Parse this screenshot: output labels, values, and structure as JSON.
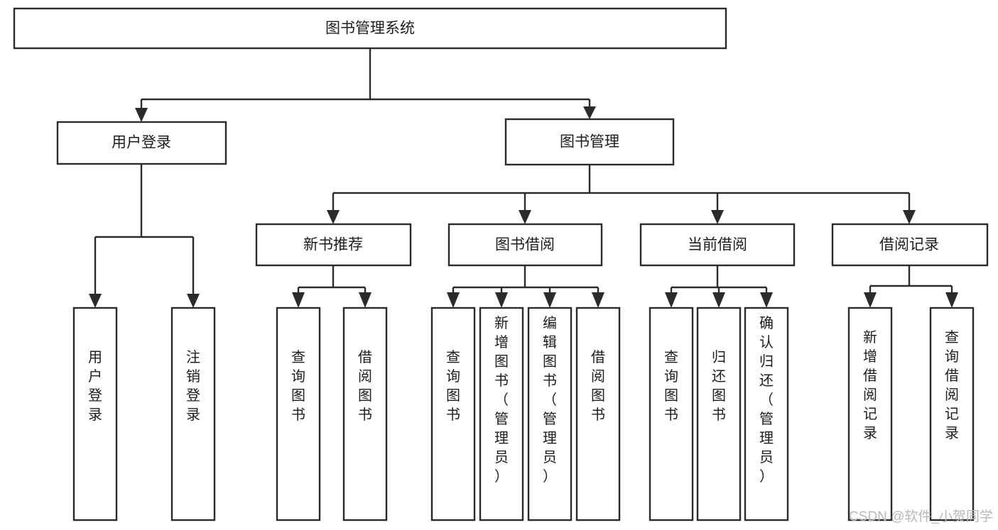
{
  "diagram": {
    "type": "tree-hierarchy-flowchart",
    "title": "图书管理系统",
    "orientation": "top-down",
    "levels": 4,
    "root": {
      "id": "root",
      "label": "图书管理系统",
      "text_orientation": "horizontal"
    },
    "level1": [
      {
        "id": "user-login",
        "label": "用户登录",
        "text_orientation": "horizontal"
      },
      {
        "id": "book-management",
        "label": "图书管理",
        "text_orientation": "horizontal"
      }
    ],
    "level2": [
      {
        "id": "new-book-recommend",
        "label": "新书推荐",
        "parent": "book-management",
        "text_orientation": "horizontal"
      },
      {
        "id": "book-borrow",
        "label": "图书借阅",
        "parent": "book-management",
        "text_orientation": "horizontal"
      },
      {
        "id": "current-borrow",
        "label": "当前借阅",
        "parent": "book-management",
        "text_orientation": "horizontal"
      },
      {
        "id": "borrow-record",
        "label": "借阅记录",
        "parent": "book-management",
        "text_orientation": "horizontal"
      }
    ],
    "leaves": [
      {
        "id": "leaf-user-login",
        "label": "用户登录",
        "parent": "user-login",
        "text_orientation": "vertical"
      },
      {
        "id": "leaf-user-logout",
        "label": "注销登录",
        "parent": "user-login",
        "text_orientation": "vertical"
      },
      {
        "id": "leaf-query-book-1",
        "label": "查询图书",
        "parent": "new-book-recommend",
        "text_orientation": "vertical"
      },
      {
        "id": "leaf-borrow-book-1",
        "label": "借阅图书",
        "parent": "new-book-recommend",
        "text_orientation": "vertical"
      },
      {
        "id": "leaf-query-book-2",
        "label": "查询图书",
        "parent": "book-borrow",
        "text_orientation": "vertical"
      },
      {
        "id": "leaf-add-book",
        "label": "新增图书（管理员）",
        "parent": "book-borrow",
        "text_orientation": "vertical"
      },
      {
        "id": "leaf-edit-book",
        "label": "编辑图书（管理员）",
        "parent": "book-borrow",
        "text_orientation": "vertical"
      },
      {
        "id": "leaf-borrow-book-2",
        "label": "借阅图书",
        "parent": "book-borrow",
        "text_orientation": "vertical"
      },
      {
        "id": "leaf-query-book-3",
        "label": "查询图书",
        "parent": "current-borrow",
        "text_orientation": "vertical"
      },
      {
        "id": "leaf-return-book",
        "label": "归还图书",
        "parent": "current-borrow",
        "text_orientation": "vertical"
      },
      {
        "id": "leaf-confirm-return",
        "label": "确认归还（管理员）",
        "parent": "current-borrow",
        "text_orientation": "vertical"
      },
      {
        "id": "leaf-add-record",
        "label": "新增借阅记录",
        "parent": "borrow-record",
        "text_orientation": "vertical"
      },
      {
        "id": "leaf-query-record",
        "label": "查询借阅记录",
        "parent": "borrow-record",
        "text_orientation": "vertical"
      }
    ],
    "colors": {
      "background": "#ffffff",
      "box_fill": "#ffffff",
      "box_stroke": "#2b2b2b",
      "connector": "#2b2b2b",
      "text": "#1d1d1d",
      "watermark": "#b9b9b9"
    }
  },
  "watermark": {
    "text": "CSDN @软件_小贺同学"
  }
}
